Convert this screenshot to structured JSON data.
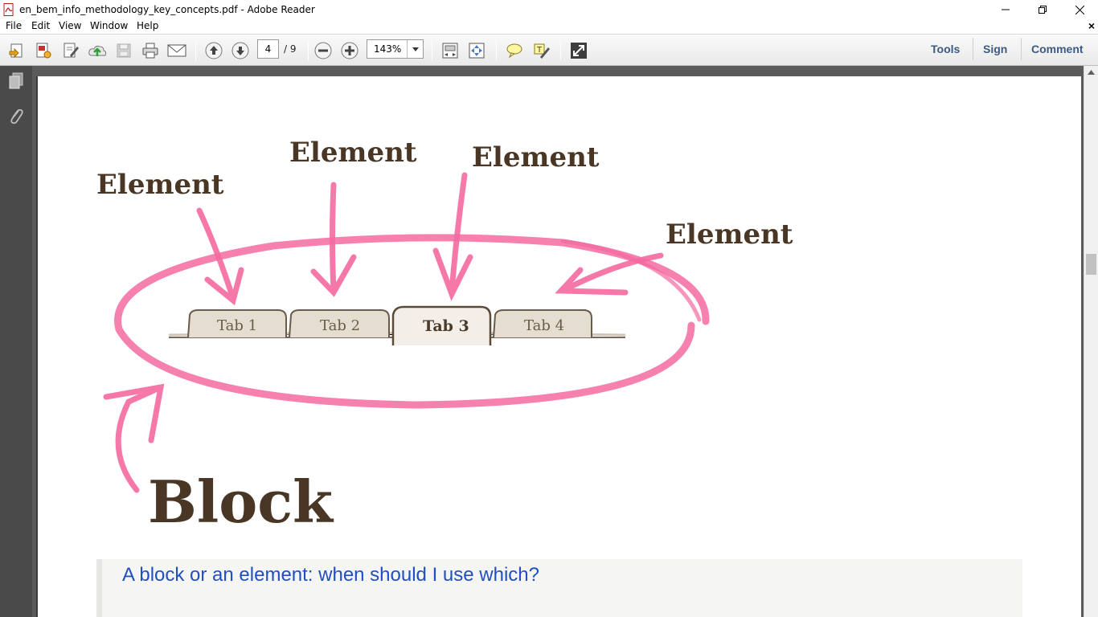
{
  "window": {
    "title": "en_bem_info_methodology_key_concepts.pdf - Adobe Reader"
  },
  "menu": {
    "items": [
      "File",
      "Edit",
      "View",
      "Window",
      "Help"
    ]
  },
  "toolbar": {
    "page_current": "4",
    "page_total": "/ 9",
    "zoom": "143%",
    "tools_label": "Tools",
    "sign_label": "Sign",
    "comment_label": "Comment"
  },
  "document": {
    "diagram": {
      "element_labels": [
        "Element",
        "Element",
        "Element",
        "Element"
      ],
      "tabs": [
        "Tab 1",
        "Tab 2",
        "Tab 3",
        "Tab 4"
      ],
      "block_label": "Block"
    },
    "section_heading": "A block or an element: when should I use which?"
  },
  "colors": {
    "accent_pink": "#f46aa0",
    "handwriting": "#4a3624",
    "heading_blue": "#1f4fc0",
    "right_links": "#3d5a80"
  }
}
